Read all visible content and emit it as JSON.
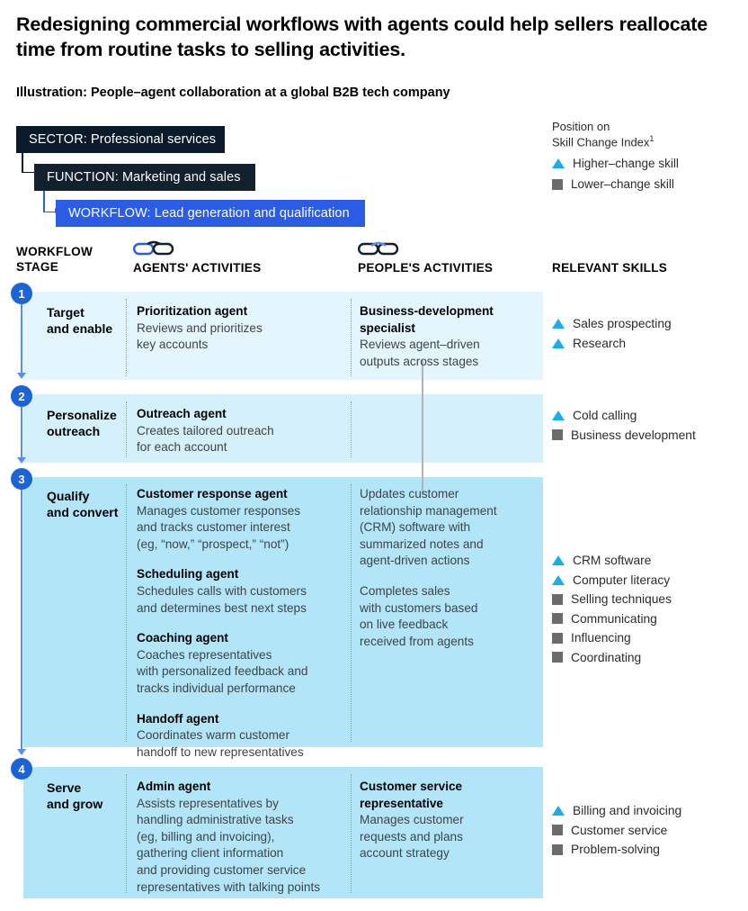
{
  "headline": "Redesigning commercial workflows with agents could help sellers reallocate time from routine tasks to selling activities.",
  "subhead": "Illustration: People–agent collaboration at a global B2B tech company",
  "hierarchy": {
    "sector": "SECTOR: Professional services",
    "function": "FUNCTION: Marketing and sales",
    "workflow": "WORKFLOW: Lead generation and qualification"
  },
  "legend": {
    "title_line1": "Position on",
    "title_line2": "Skill Change Index",
    "title_footnote": "1",
    "items": [
      {
        "marker": "triangle",
        "label": "Higher–change skill"
      },
      {
        "marker": "square",
        "label": "Lower–change skill"
      }
    ]
  },
  "columns": {
    "stage_line1": "WORKFLOW",
    "stage_line2": "STAGE",
    "agents": "AGENTS' ACTIVITIES",
    "people": "PEOPLE'S  ACTIVITIES",
    "skills": "RELEVANT SKILLS"
  },
  "icons": {
    "agents_link": "chain-link-icon",
    "people_link": "chain-link-icon"
  },
  "colors": {
    "accent_blue": "#2b5ce6",
    "marker_blue": "#18aeec",
    "marker_grey": "#6b6b6b",
    "band_light": "#e3f6fd",
    "band_mid": "#d3f0fb",
    "band_dark": "#b2e5f7",
    "dark_box": "#0b1a2b"
  },
  "rows": [
    {
      "number": "1",
      "stage": "Target\nand enable",
      "agents": [
        {
          "title": "Prioritization agent",
          "body": "Reviews and prioritizes\nkey accounts"
        }
      ],
      "people": [
        {
          "title": "Business-development\nspecialist",
          "body": "Reviews agent–driven\noutputs across stages"
        }
      ],
      "skills": [
        {
          "marker": "triangle",
          "label": "Sales prospecting"
        },
        {
          "marker": "triangle",
          "label": "Research"
        }
      ]
    },
    {
      "number": "2",
      "stage": "Personalize\noutreach",
      "agents": [
        {
          "title": "Outreach agent",
          "body": "Creates tailored outreach\nfor each account"
        }
      ],
      "people": [],
      "skills": [
        {
          "marker": "triangle",
          "label": "Cold calling"
        },
        {
          "marker": "square",
          "label": "Business development"
        }
      ]
    },
    {
      "number": "3",
      "stage": "Qualify\nand convert",
      "agents": [
        {
          "title": "Customer response agent",
          "body": "Manages customer responses\nand tracks customer interest\n(eg, “now,” “prospect,” “not”)"
        },
        {
          "title": "Scheduling agent",
          "body": "Schedules calls with customers\nand determines best next steps"
        },
        {
          "title": "Coaching agent",
          "body": "Coaches representatives\nwith personalized feedback and\ntracks individual performance"
        },
        {
          "title": "Handoff agent",
          "body": "Coordinates warm customer\nhandoff to new representatives"
        }
      ],
      "people": [
        {
          "title": "",
          "body": "Updates customer\nrelationship management\n(CRM) software with\nsummarized notes and\nagent-driven actions"
        },
        {
          "title": "",
          "body": "Completes sales\nwith customers based\non live feedback\nreceived from agents"
        }
      ],
      "skills": [
        {
          "marker": "triangle",
          "label": "CRM software"
        },
        {
          "marker": "triangle",
          "label": "Computer literacy"
        },
        {
          "marker": "square",
          "label": "Selling techniques"
        },
        {
          "marker": "square",
          "label": "Communicating"
        },
        {
          "marker": "square",
          "label": "Influencing"
        },
        {
          "marker": "square",
          "label": "Coordinating"
        }
      ]
    },
    {
      "number": "4",
      "stage": "Serve\nand grow",
      "agents": [
        {
          "title": "Admin agent",
          "body": "Assists representatives by\nhandling administrative tasks\n(eg, billing and invoicing),\ngathering client information\nand providing customer service\nrepresentatives with talking points"
        }
      ],
      "people": [
        {
          "title": "Customer service\nrepresentative",
          "body": "Manages customer\nrequests and plans\naccount strategy"
        }
      ],
      "skills": [
        {
          "marker": "triangle",
          "label": "Billing and invoicing"
        },
        {
          "marker": "square",
          "label": "Customer service"
        },
        {
          "marker": "square",
          "label": "Problem-solving"
        }
      ]
    }
  ]
}
